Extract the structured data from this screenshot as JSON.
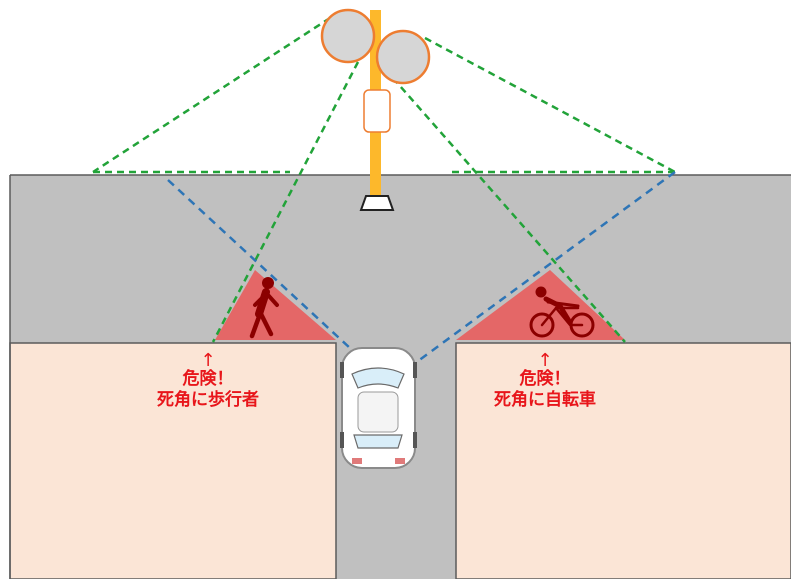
{
  "labels": {
    "left": {
      "arrow": "↑",
      "line1": "危険！",
      "line2": "死角に歩行者"
    },
    "right": {
      "arrow": "↑",
      "line1": "危険！",
      "line2": "死角に自転車"
    }
  },
  "colors": {
    "road": "#c0c0c0",
    "sidewalk": "#fbe5d6",
    "pole": "#fdb82b",
    "mirror_border": "#ed7d31",
    "mirror_fill": "#d6d6d6",
    "mirror_view_line": "#22a339",
    "driver_view_line": "#2e75b6",
    "danger_zone": "#e46767",
    "figure": "#8b0000",
    "warning_text": "#e8161b"
  },
  "icons": {
    "left_zone": "pedestrian-icon",
    "right_zone": "cyclist-icon",
    "vehicle": "car-icon",
    "mirror": "curve-mirror-icon"
  }
}
